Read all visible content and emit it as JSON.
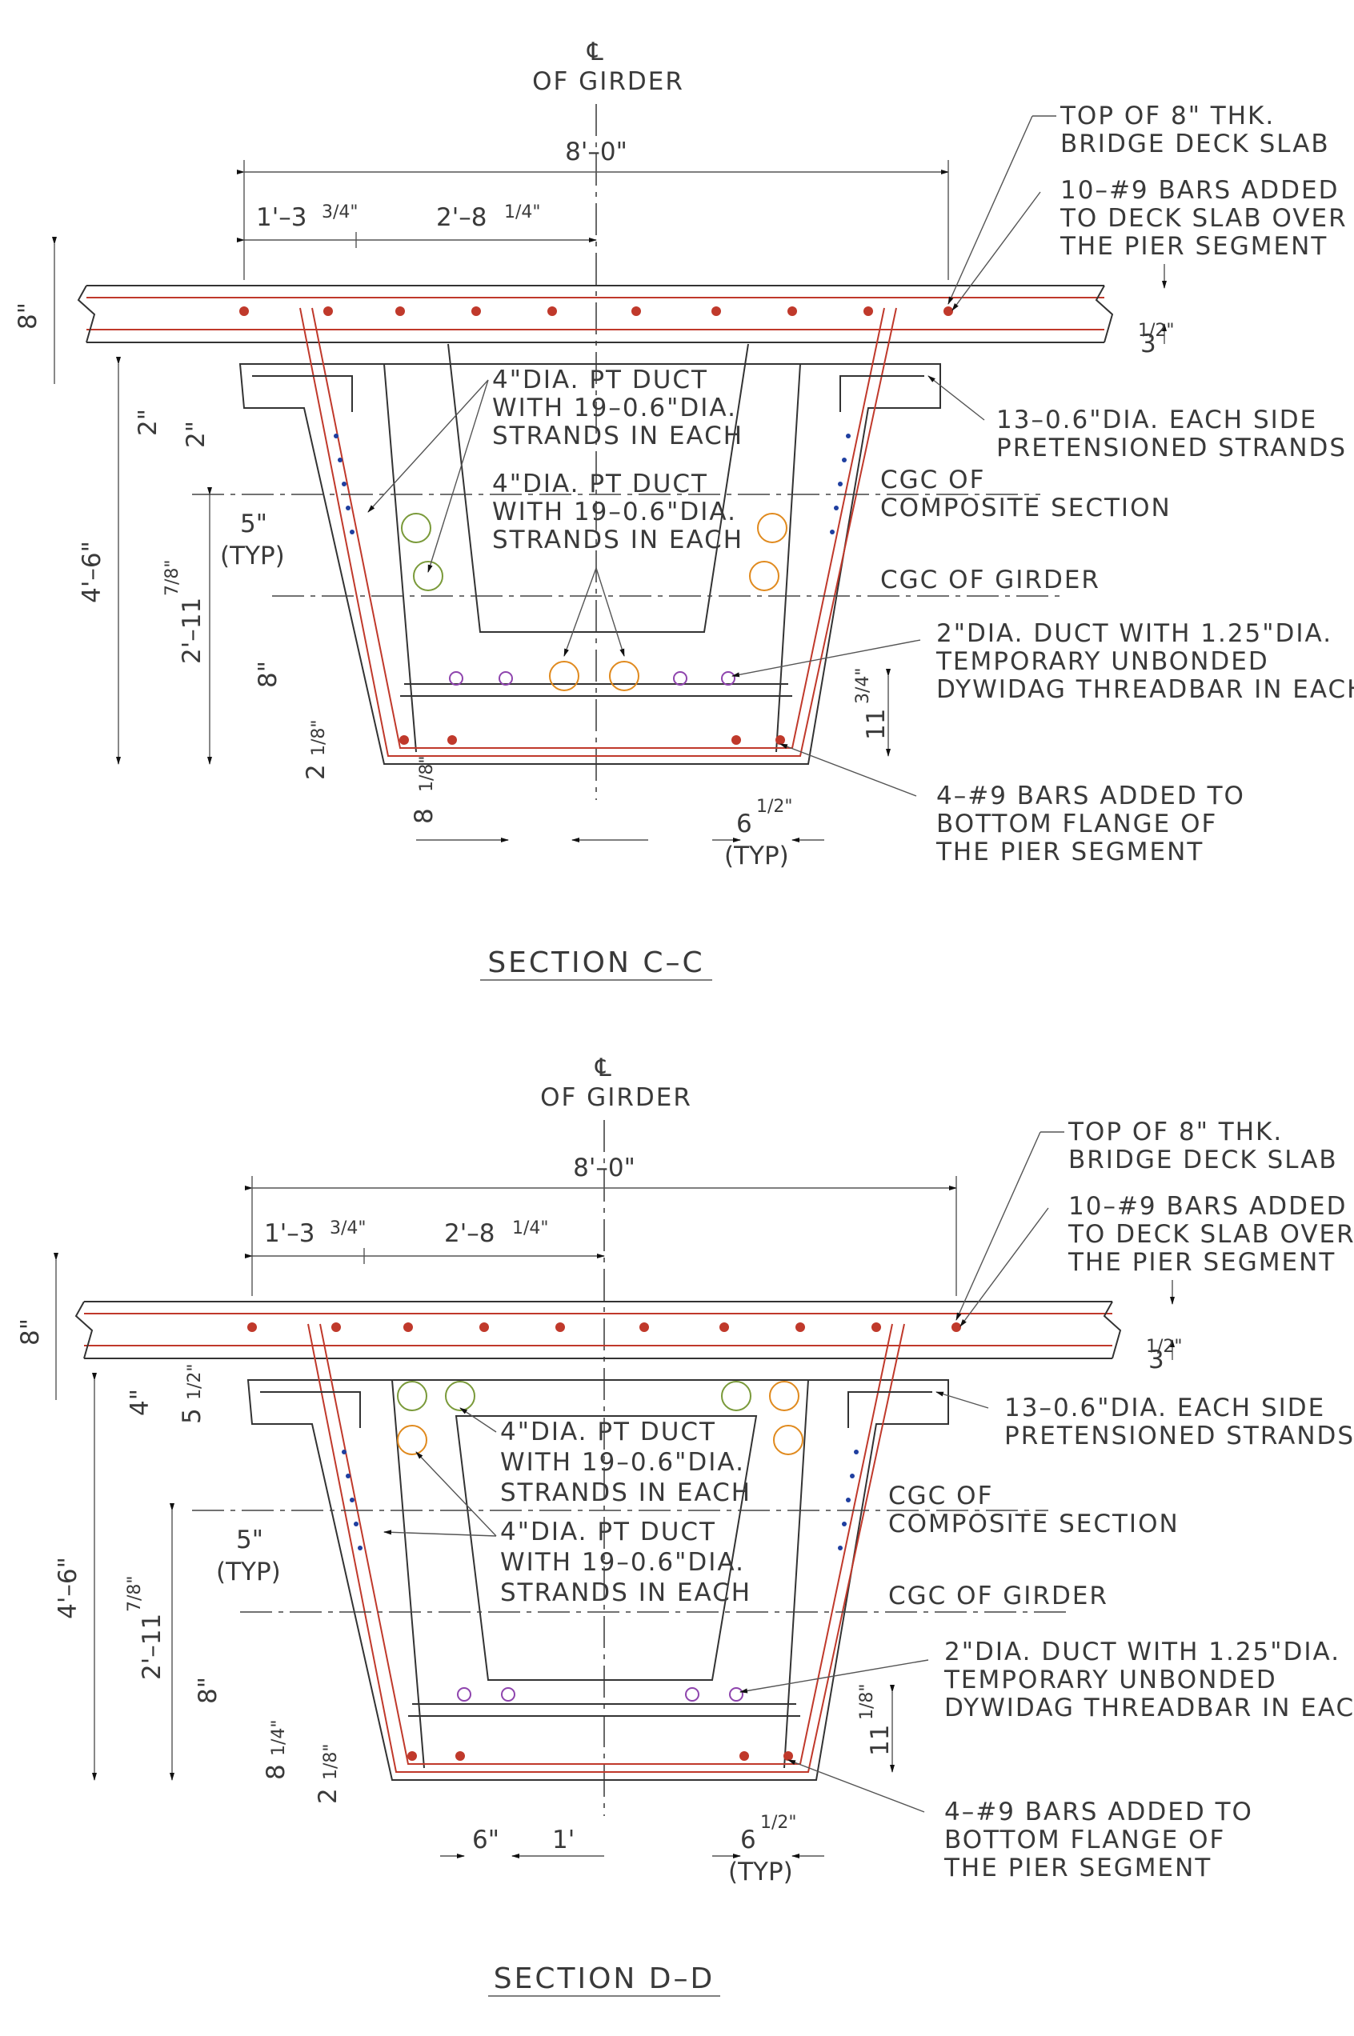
{
  "sections": [
    {
      "id": "C-C",
      "title": "SECTION C–C",
      "centerline": {
        "symbol": "℄",
        "label": "OF GIRDER"
      },
      "dims": {
        "overall_width": "8'–0\"",
        "left_offset_main": "1'–3",
        "left_offset_frac": "3/4\"",
        "half_width_main": "2'–8",
        "half_width_frac": "1/4\"",
        "slab_thk": "8\"",
        "slab_bar_cover_main": "3",
        "slab_bar_cover_frac": "1/2\"",
        "flange_a": "2\"",
        "flange_b": "2\"",
        "web_thk": "5\"",
        "web_thk_note": "(TYP)",
        "girder_depth": "4'–6\"",
        "cgc_depth_main": "2'–11",
        "cgc_depth_frac": "7/8\"",
        "bottom_flange": "8\"",
        "bottom_cover_main": "2",
        "bottom_cover_frac": "1/8\"",
        "duct_height_main": "11",
        "duct_height_frac": "3/4\"",
        "bottom_left_main": "8",
        "bottom_left_frac": "1/8\"",
        "bottom_right_main": "6",
        "bottom_right_frac": "1/2\"",
        "bottom_right_note": "(TYP)"
      },
      "notes": {
        "top_slab": [
          "TOP OF 8\" THK.",
          "BRIDGE DECK SLAB"
        ],
        "deck_bars": [
          "10–#9 BARS ADDED",
          "TO DECK SLAB OVER",
          "THE PIER SEGMENT"
        ],
        "strands": [
          "13–0.6\"DIA. EACH SIDE",
          "PRETENSIONED STRANDS"
        ],
        "pt_duct_1": [
          "4\"DIA. PT DUCT",
          "WITH 19–0.6\"DIA.",
          "STRANDS IN EACH"
        ],
        "pt_duct_2": [
          "4\"DIA. PT DUCT",
          "WITH 19–0.6\"DIA.",
          "STRANDS IN EACH"
        ],
        "cgc_composite": [
          "CGC OF",
          "COMPOSITE SECTION"
        ],
        "cgc_girder": [
          "CGC OF GIRDER"
        ],
        "threadbar": [
          "2\"DIA. DUCT WITH 1.25\"DIA.",
          "TEMPORARY UNBONDED",
          "DYWIDAG THREADBAR IN EACH"
        ],
        "bottom_bars": [
          "4–#9 BARS ADDED TO",
          "BOTTOM FLANGE OF",
          "THE PIER SEGMENT"
        ]
      }
    },
    {
      "id": "D-D",
      "title": "SECTION D–D",
      "centerline": {
        "symbol": "℄",
        "label": "OF GIRDER"
      },
      "dims": {
        "overall_width": "8'–0\"",
        "left_offset_main": "1'–3",
        "left_offset_frac": "3/4\"",
        "half_width_main": "2'–8",
        "half_width_frac": "1/4\"",
        "slab_thk": "8\"",
        "slab_bar_cover_main": "3",
        "slab_bar_cover_frac": "1/2\"",
        "flange_a": "4\"",
        "flange_b_main": "5",
        "flange_b_frac": "1/2\"",
        "web_thk": "5\"",
        "web_thk_note": "(TYP)",
        "girder_depth": "4'–6\"",
        "cgc_depth_main": "2'–11",
        "cgc_depth_frac": "7/8\"",
        "bottom_flange": "8\"",
        "bottom_flange_b_main": "8",
        "bottom_flange_b_frac": "1/4\"",
        "bottom_cover_main": "2",
        "bottom_cover_frac": "1/8\"",
        "duct_height_main": "11",
        "duct_height_frac": "1/8\"",
        "bottom_left_a": "6\"",
        "bottom_left_b": "1'",
        "bottom_right_main": "6",
        "bottom_right_frac": "1/2\"",
        "bottom_right_note": "(TYP)"
      },
      "notes": {
        "top_slab": [
          "TOP OF 8\" THK.",
          "BRIDGE DECK SLAB"
        ],
        "deck_bars": [
          "10–#9 BARS ADDED",
          "TO DECK SLAB OVER",
          "THE PIER SEGMENT"
        ],
        "strands": [
          "13–0.6\"DIA. EACH SIDE",
          "PRETENSIONED STRANDS"
        ],
        "pt_duct_1": [
          "4\"DIA. PT DUCT",
          "WITH 19–0.6\"DIA.",
          "STRANDS IN EACH"
        ],
        "pt_duct_2": [
          "4\"DIA. PT DUCT",
          "WITH 19–0.6\"DIA.",
          "STRANDS IN EACH"
        ],
        "cgc_composite": [
          "CGC OF",
          "COMPOSITE SECTION"
        ],
        "cgc_girder": [
          "CGC OF GIRDER"
        ],
        "threadbar": [
          "2\"DIA. DUCT WITH 1.25\"DIA.",
          "TEMPORARY UNBONDED",
          "DYWIDAG THREADBAR IN EACH"
        ],
        "bottom_bars": [
          "4–#9 BARS ADDED TO",
          "BOTTOM FLANGE OF",
          "THE PIER SEGMENT"
        ]
      }
    }
  ],
  "colors": {
    "line": "#333333",
    "rebar": "#c0392b",
    "strand": "#1f3fa0",
    "duct_green": "#7a9a3a",
    "duct_orange": "#e08a1e",
    "threadbar": "#8e44ad"
  }
}
